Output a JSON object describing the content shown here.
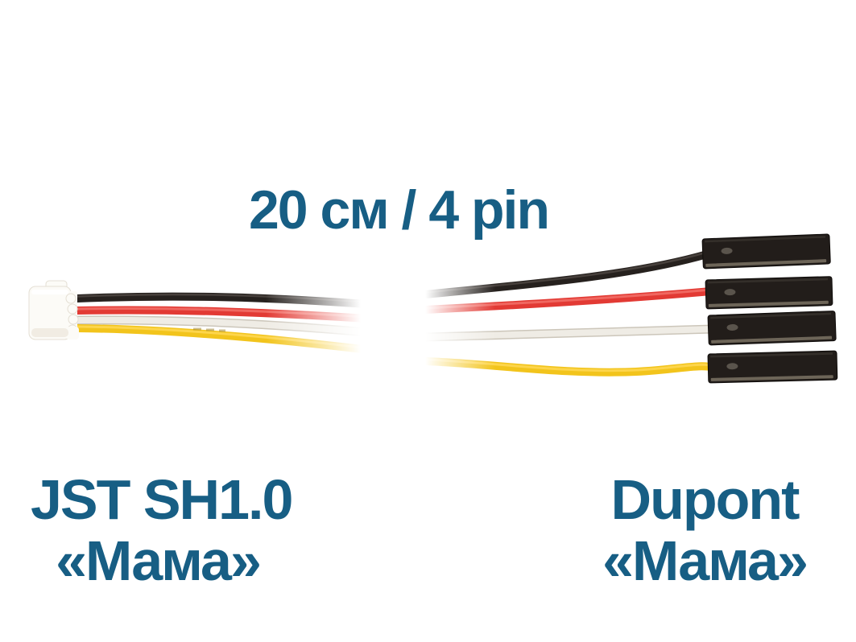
{
  "title": {
    "text": "20 см / 4 pin"
  },
  "labels": {
    "left": {
      "line1": "JST SH1.0",
      "line2": "«Мама»"
    },
    "right": {
      "line1": "Dupont",
      "line2": "«Мама»"
    }
  },
  "colors": {
    "background": "#ffffff",
    "label_text": "#175e84",
    "dupont_housing": "#221d1a",
    "dupont_metal_edge": "#7a7264",
    "jst_body": "#fcfbf7"
  },
  "wires": {
    "black": "#26211e",
    "red": "#e23a34",
    "white": "#efece5",
    "yellow": "#f2c41c"
  }
}
